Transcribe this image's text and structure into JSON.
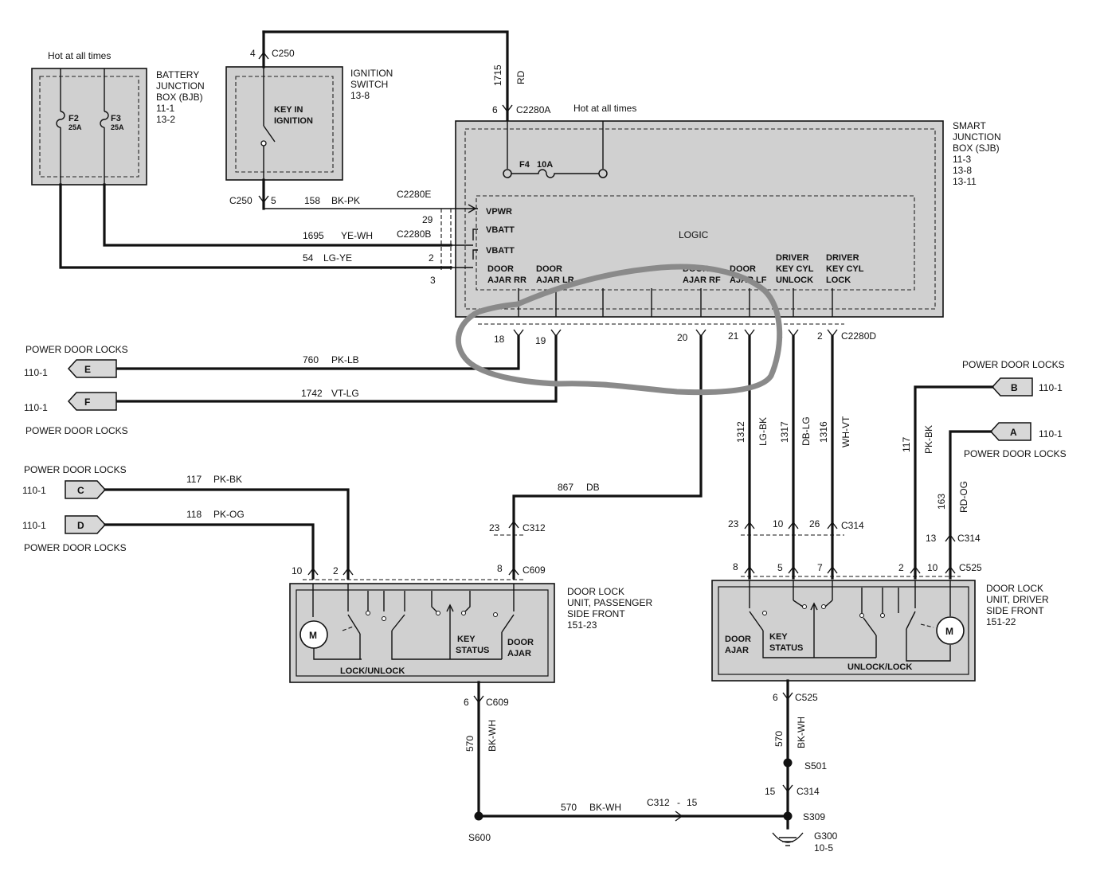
{
  "battery_junction_box": {
    "hot_label": "Hot at all times",
    "name": [
      "BATTERY",
      "JUNCTION",
      "BOX (BJB)",
      "11-1",
      "13-2"
    ],
    "fuse_f2": "F2",
    "fuse_f2_rating": "25A",
    "fuse_f3": "F3",
    "fuse_f3_rating": "25A"
  },
  "ignition_switch": {
    "name": [
      "IGNITION",
      "SWITCH",
      "13-8"
    ],
    "switch_label": [
      "KEY IN",
      "IGNITION"
    ],
    "pin_top": "4",
    "conn_top": "C250",
    "pin_bottom": "5",
    "conn_bottom": "C250"
  },
  "smart_junction_box": {
    "name": [
      "SMART",
      "JUNCTION",
      "BOX (SJB)",
      "11-3",
      "13-8",
      "13-11"
    ],
    "hot_label": "Hot at all times",
    "fuse": "F4",
    "fuse_rating": "10A",
    "logic_label": "LOGIC",
    "inputs": [
      "VPWR",
      "VBATT",
      "VBATT"
    ],
    "outputs": {
      "ajar_rr": [
        "DOOR",
        "AJAR RR"
      ],
      "ajar_lr": [
        "DOOR",
        "AJAR LR"
      ],
      "ajar_rf": [
        "DOOR",
        "AJAR RF"
      ],
      "ajar_lf": [
        "DOOR",
        "AJAR LF"
      ],
      "key_unlock": [
        "DRIVER",
        "KEY CYL",
        "UNLOCK"
      ],
      "key_lock": [
        "DRIVER",
        "KEY CYL",
        "LOCK"
      ]
    },
    "conn_a_pin": "6",
    "conn_a": "C2280A",
    "conn_d": "C2280D",
    "pins_d": [
      "18",
      "19",
      "20",
      "21",
      "3",
      "2"
    ],
    "conn_e": "C2280E",
    "conn_b": "C2280B",
    "pin_e": "29",
    "pin_b_vbatt": "2",
    "pin_b_lgye": "3"
  },
  "wires": {
    "w1715": "1715",
    "w1715_color": "RD",
    "w158": "158",
    "w158_color": "BK-PK",
    "w1695": "1695",
    "w1695_color": "YE-WH",
    "w54": "54",
    "w54_color": "LG-YE",
    "w760": "760",
    "w760_color": "PK-LB",
    "w1742": "1742",
    "w1742_color": "VT-LG",
    "w117a": "117",
    "w117a_color": "PK-BK",
    "w118": "118",
    "w118_color": "PK-OG",
    "w867": "867",
    "w867_color": "DB",
    "w1312": "1312",
    "w1312_color": "LG-BK",
    "w1317": "1317",
    "w1317_color": "DB-LG",
    "w1316": "1316",
    "w1316_color": "WH-VT",
    "w117b": "117",
    "w117b_color": "PK-BK",
    "w163": "163",
    "w163_color": "RD-OG",
    "w570a": "570",
    "w570a_color": "BK-WH",
    "w570b": "570",
    "w570b_color": "BK-WH",
    "w570c": "570",
    "w570c_color": "BK-WH"
  },
  "connectors_left": {
    "E": {
      "letter": "E",
      "ref": "110-1",
      "desc": "POWER DOOR LOCKS"
    },
    "F": {
      "letter": "F",
      "ref": "110-1",
      "desc": "POWER DOOR LOCKS"
    },
    "C": {
      "letter": "C",
      "ref": "110-1",
      "desc": "POWER DOOR LOCKS"
    },
    "D": {
      "letter": "D",
      "ref": "110-1",
      "desc": "POWER DOOR LOCKS"
    }
  },
  "connectors_right": {
    "B": {
      "letter": "B",
      "ref": "110-1",
      "desc": "POWER DOOR LOCKS"
    },
    "A": {
      "letter": "A",
      "ref": "110-1",
      "desc": "POWER DOOR LOCKS"
    }
  },
  "passenger_unit": {
    "name": [
      "DOOR LOCK",
      "UNIT, PASSENGER",
      "SIDE FRONT",
      "151-23"
    ],
    "motor": "M",
    "lock_label": "LOCK/UNLOCK",
    "key_status": [
      "KEY",
      "STATUS"
    ],
    "door_ajar": [
      "DOOR",
      "AJAR"
    ],
    "c312_pin": "23",
    "c312": "C312",
    "pin10": "10",
    "pin2": "2",
    "pin8": "8",
    "c609": "C609",
    "ground_pin": "6",
    "ground_conn": "C609"
  },
  "driver_unit": {
    "name": [
      "DOOR LOCK",
      "UNIT, DRIVER",
      "SIDE FRONT",
      "151-22"
    ],
    "motor": "M",
    "lock_label": "UNLOCK/LOCK",
    "key_status": [
      "KEY",
      "STATUS"
    ],
    "door_ajar": [
      "DOOR",
      "AJAR"
    ],
    "c314_pins": [
      "23",
      "10",
      "26"
    ],
    "c314": "C314",
    "c314_b_pin": "13",
    "c314_b": "C314",
    "pins_c525": [
      "8",
      "5",
      "7",
      "2",
      "10"
    ],
    "c525": "C525",
    "ground_pin": "6",
    "ground_conn": "C525"
  },
  "ground": {
    "s501": "S501",
    "c314_pin": "15",
    "c314": "C314",
    "s309": "S309",
    "g300": "G300",
    "g300_ref": "10-5",
    "s600": "S600",
    "c312_label": "C312",
    "c312_dash": "-",
    "c312_pin": "15"
  }
}
